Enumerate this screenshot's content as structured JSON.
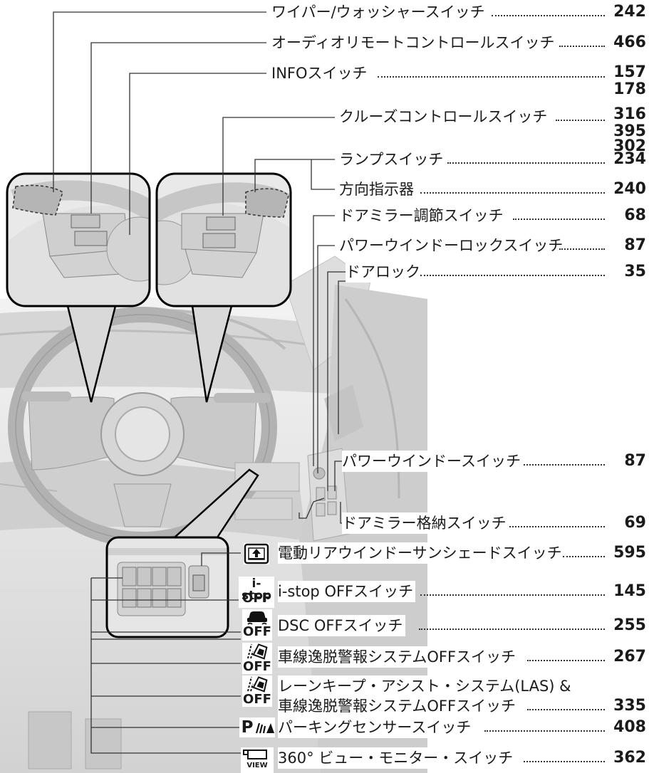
{
  "items": [
    {
      "label": "ワイパー/ウォッシャースイッチ",
      "page": "242"
    },
    {
      "label": "オーディオリモートコントロールスイッチ",
      "page": "466"
    },
    {
      "label": "INFOスイッチ",
      "page": "157",
      "page2": "178"
    },
    {
      "label": "クルーズコントロールスイッチ",
      "page": "316",
      "page2": "395",
      "page3": "302"
    },
    {
      "label": "ランプスイッチ",
      "page": "234"
    },
    {
      "label": "方向指示器",
      "page": "240"
    },
    {
      "label": "ドアミラー調節スイッチ",
      "page": "68"
    },
    {
      "label": "パワーウインドーロックスイッチ",
      "page": "87"
    },
    {
      "label": "ドアロック",
      "page": "35"
    },
    {
      "label": "パワーウインドースイッチ",
      "page": "87"
    },
    {
      "label": "ドアミラー格納スイッチ",
      "page": "69"
    },
    {
      "label": "電動リアウインドーサンシェードスイッチ",
      "page": "595"
    },
    {
      "label": "i-stop OFFスイッチ",
      "page": "145"
    },
    {
      "label": "DSC OFFスイッチ",
      "page": "255"
    },
    {
      "label": "車線逸脱警報システムOFFスイッチ",
      "page": "267"
    },
    {
      "label_line1": "レーンキープ・アシスト・システム(LAS) &",
      "label_line2": "車線逸脱警報システムOFFスイッチ",
      "page": "335"
    },
    {
      "label": "パーキングセンサースイッチ",
      "page": "408"
    },
    {
      "label": "360° ビュー・モニター・スイッチ",
      "page": "362"
    }
  ],
  "icons": {
    "istop_top": "i-stop",
    "istop_bottom": "OFF",
    "dsc_bottom": "OFF",
    "ldw_bottom": "OFF",
    "las_bottom": "OFF",
    "parking": "P",
    "view": "VIEW"
  }
}
